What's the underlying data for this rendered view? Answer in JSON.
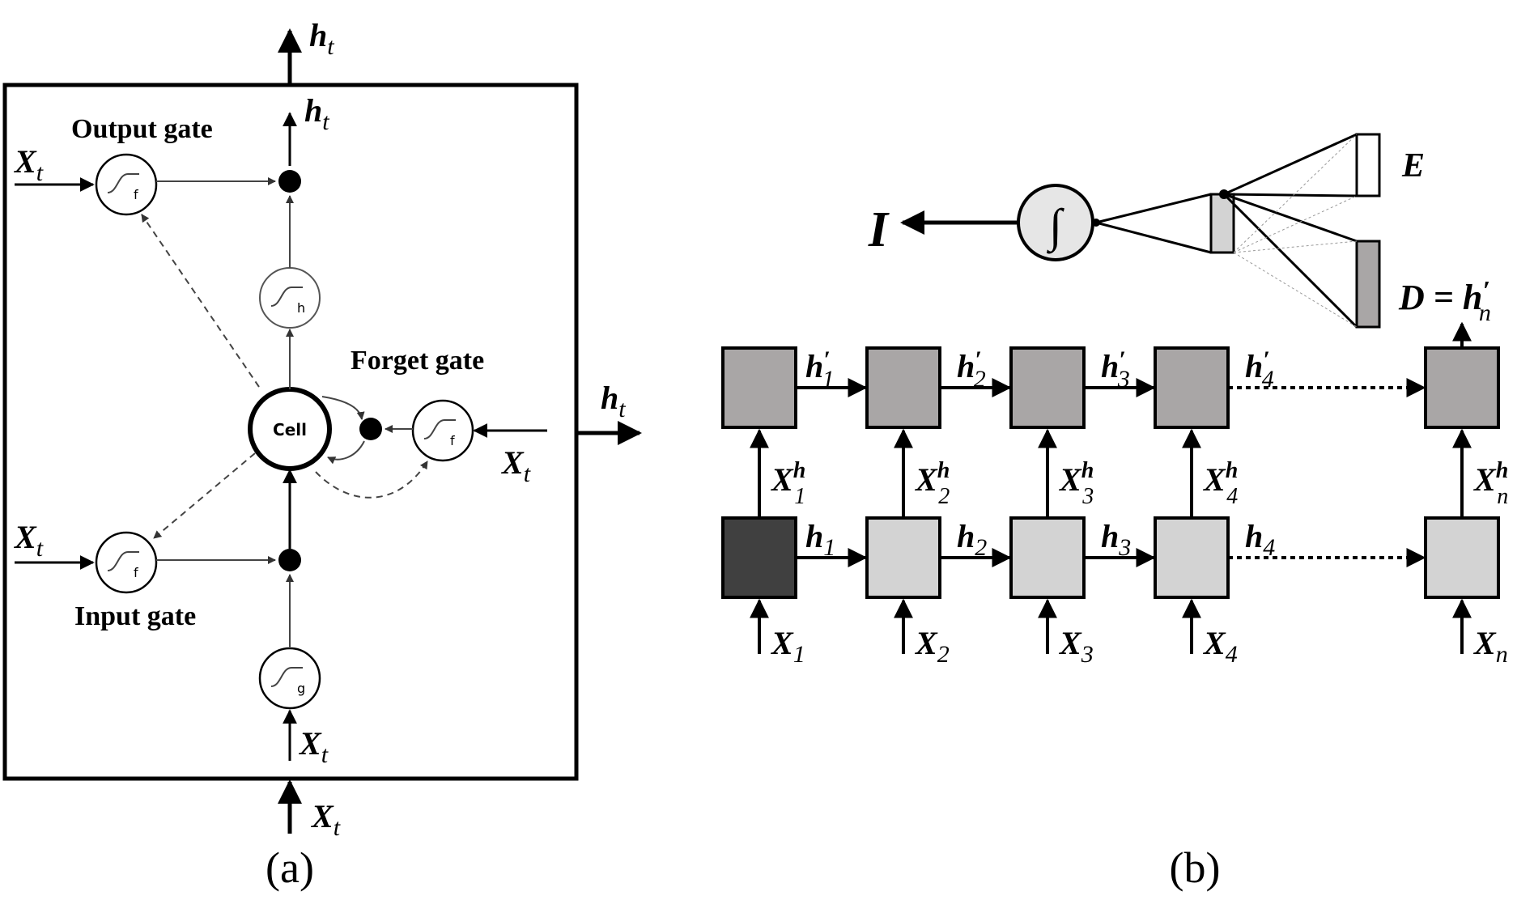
{
  "panel_a": {
    "caption": "(a)",
    "output_gate": "Output gate",
    "forget_gate": "Forget gate",
    "input_gate": "Input gate",
    "cell": "Cell",
    "act_f": "f",
    "act_h": "h",
    "act_g": "g",
    "h": "h",
    "h_sub": "t",
    "x": "X",
    "x_sub": "t"
  },
  "panel_b": {
    "caption": "(b)",
    "I": "I",
    "E": "E",
    "D_eq": "D = h",
    "D_sub": "n",
    "integral": "∫",
    "prime": "′",
    "h": "h",
    "x": "X",
    "x_sup": "h",
    "subs": [
      "1",
      "2",
      "3",
      "4"
    ],
    "sub_n": "n"
  },
  "colors": {
    "first_hidden": "#404040",
    "hidden": "#d3d3d3",
    "decoder": "#a9a6a6",
    "integral_fill": "#e6e6e6"
  }
}
